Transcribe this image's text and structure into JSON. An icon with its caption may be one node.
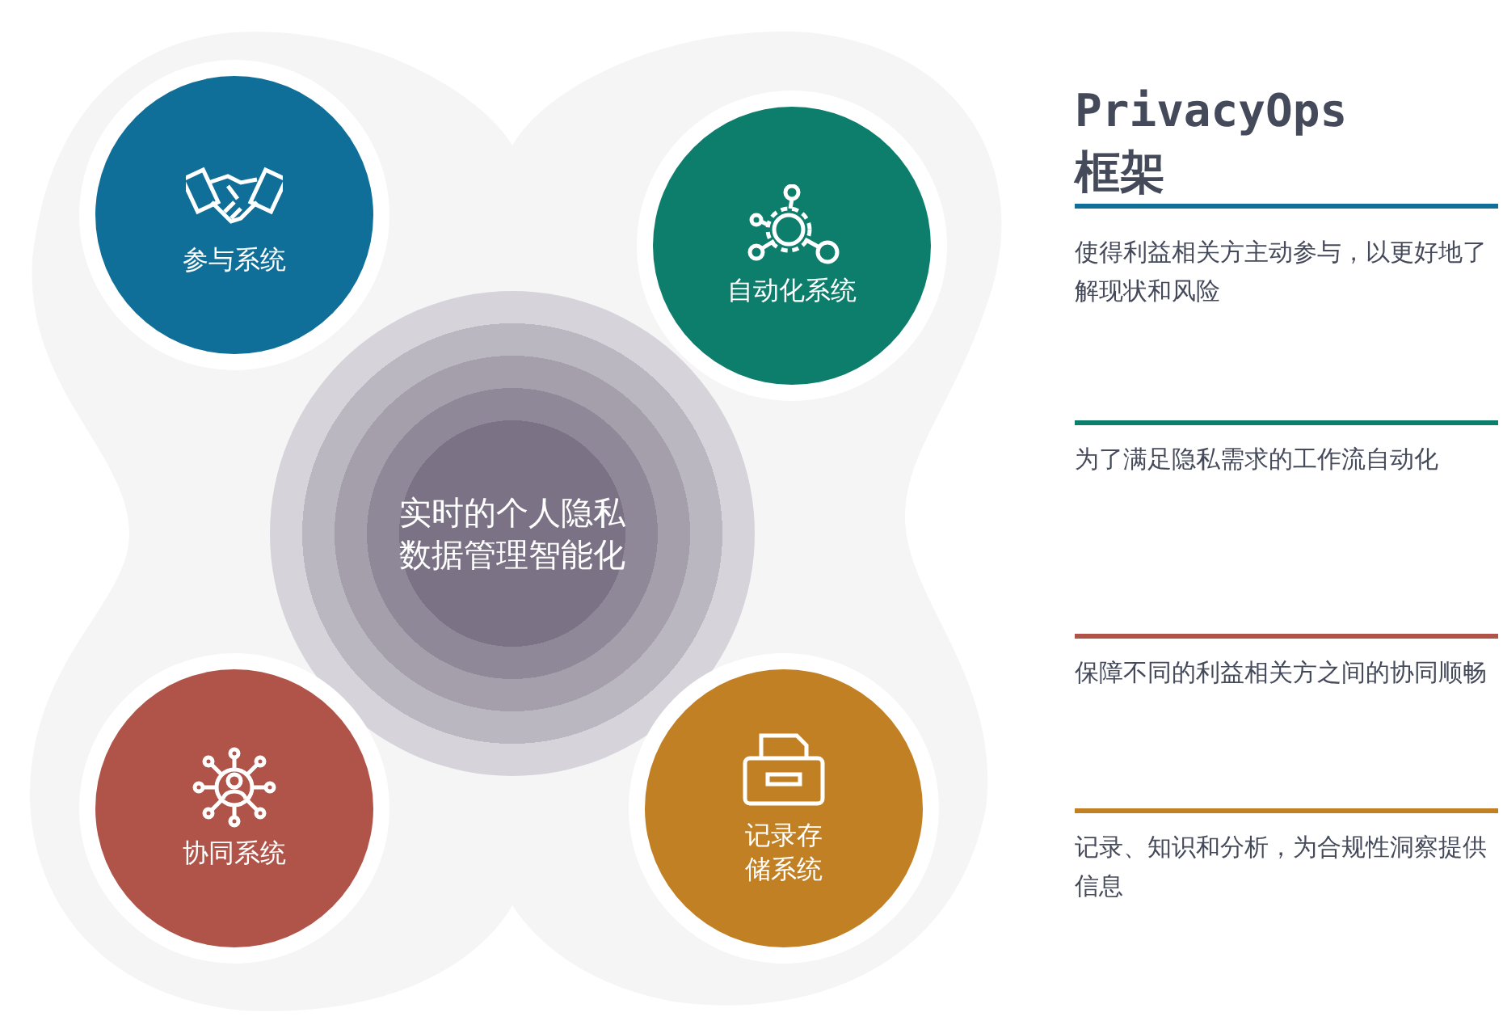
{
  "diagram": {
    "title": "PrivacyOps 框架",
    "nodes": [
      {
        "text": [
          "实时的个人隐私数据管理智能化"
        ]
      },
      {
        "text": [
          "参与系统"
        ]
      },
      {
        "text": [
          "自动化系统"
        ]
      },
      {
        "text": [
          "协同系统"
        ]
      },
      {
        "text": [
          "记录存储系统"
        ]
      }
    ],
    "labels": [
      "使得利益相关方主动参与，以更好地了解现状和风险",
      "为了满足隐私需求的工作流自动化",
      "保障不同的利益相关方之间的协同顺畅",
      "记录、知识和分析，为合规性洞察提供信息"
    ]
  }
}
